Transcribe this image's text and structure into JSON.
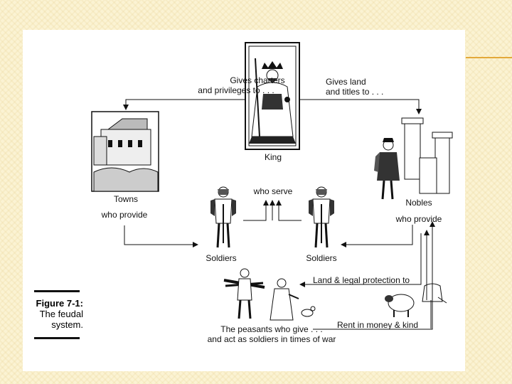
{
  "diagram": {
    "figure_label": "Figure 7-1:",
    "figure_title_line1": "The feudal",
    "figure_title_line2": "system.",
    "nodes": {
      "king": "King",
      "towns": "Towns",
      "nobles": "Nobles",
      "soldiers_left": "Soldiers",
      "soldiers_right": "Soldiers",
      "peasants_line1": "The peasants who give . . .",
      "peasants_line2": "and act as soldiers in times of war"
    },
    "edges": {
      "charters_line1": "Gives charters",
      "charters_line2": "and privileges to . . .",
      "land_line1": "Gives land",
      "land_line2": "and titles to . . .",
      "who_serve": "who serve",
      "towns_provide": "who provide",
      "nobles_provide": "who provide",
      "land_protection": "Land & legal protection to",
      "rent": "Rent in money & kind"
    }
  },
  "colors": {
    "accent": "#e3a93a",
    "ink": "#111111",
    "background": "#fbf3d3"
  }
}
